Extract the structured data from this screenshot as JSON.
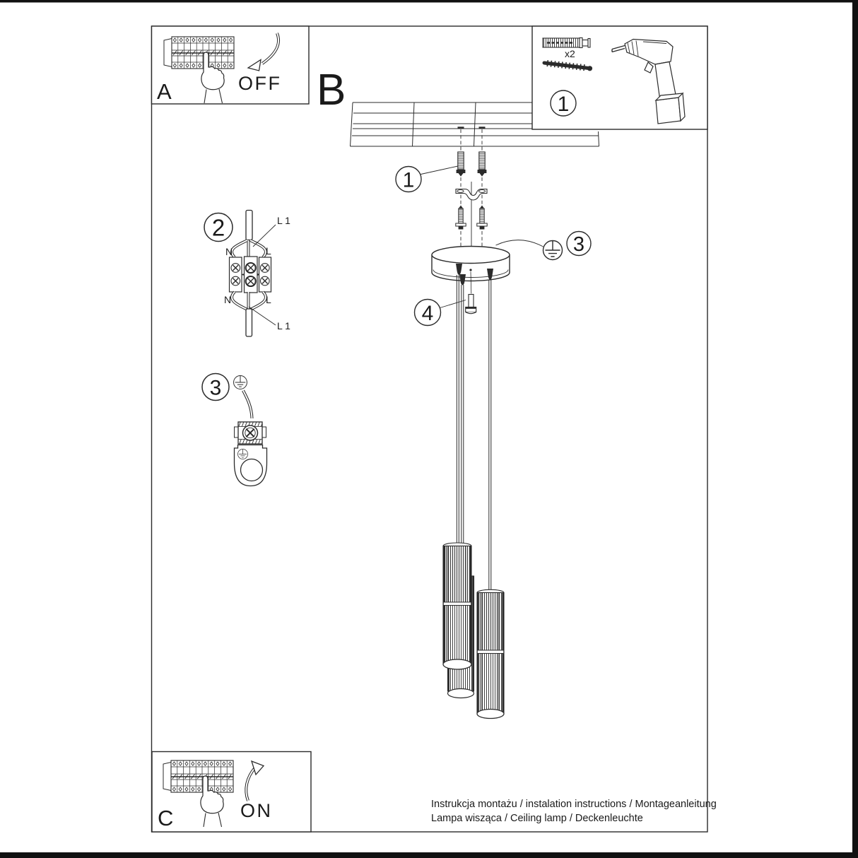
{
  "document": {
    "type": "installation instruction sheet",
    "paper_color": "#ffffff",
    "ink_color": "#2b2b2b"
  },
  "steps": {
    "a": {
      "label": "A",
      "action": "OFF"
    },
    "b": {
      "label": "B"
    },
    "c": {
      "label": "C",
      "action": "ON"
    }
  },
  "parts_box": {
    "callout": "1",
    "dowel_qty": "x2"
  },
  "callouts": {
    "dowels": "1",
    "wiring": "2",
    "earth_connector": "3",
    "earth_canopy": "3",
    "strain_relief": "4"
  },
  "wiring": {
    "top": {
      "n": "N",
      "l": "L",
      "l1": "L 1"
    },
    "bottom": {
      "n": "N",
      "l": "L",
      "l1": "L 1"
    }
  },
  "footer": {
    "line1": "Instrukcja montażu / instalation instructions / Montageanleitung",
    "line2": "Lampa wisząca / Ceiling lamp / Deckenleuchte"
  }
}
